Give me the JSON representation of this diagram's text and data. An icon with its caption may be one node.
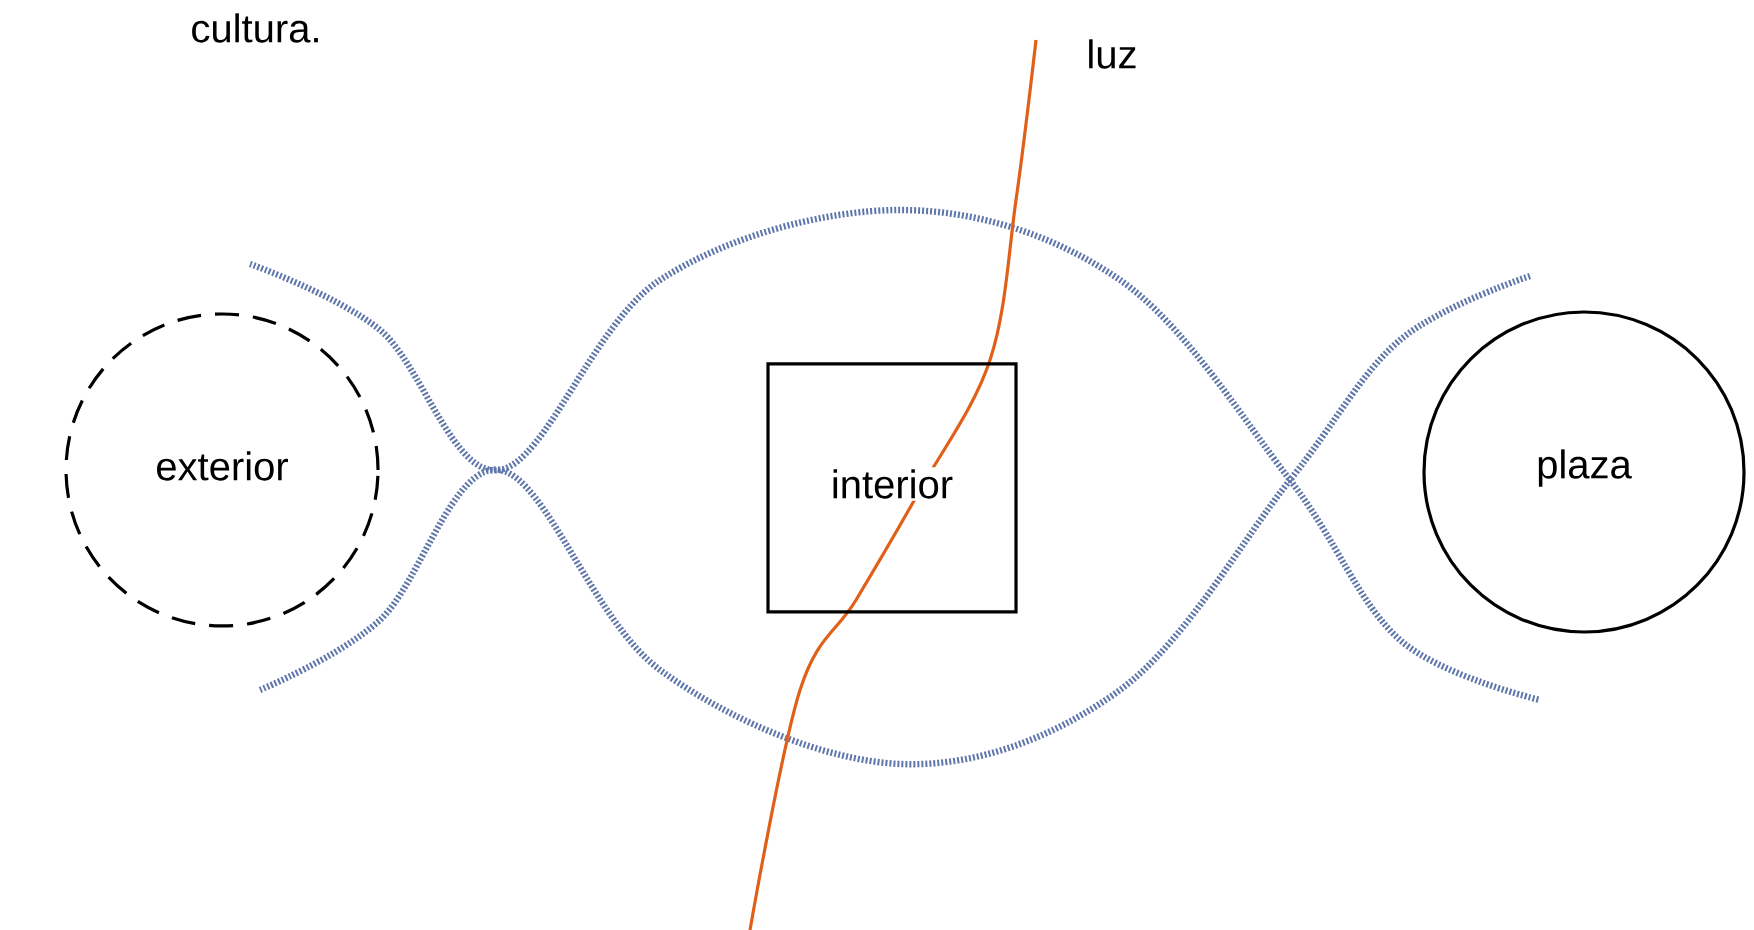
{
  "diagram": {
    "nodes": [
      {
        "text": [
          "exterior"
        ]
      },
      {
        "text": [
          "interior"
        ]
      },
      {
        "text": [
          "plaza"
        ]
      }
    ],
    "labels": [
      "cultura.",
      "luz"
    ]
  }
}
